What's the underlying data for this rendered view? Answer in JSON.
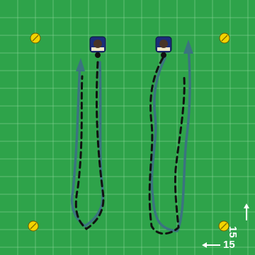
{
  "diagram": {
    "colors": {
      "field": "#2ea34a",
      "grid": "#8ed69a",
      "player_route": "#3b7480",
      "ball_path": "#111111",
      "cone": "#f2d400",
      "player_body": "#1b2d7a"
    },
    "players": [
      {
        "name": "player-left",
        "icon": "player-icon"
      },
      {
        "name": "player-right",
        "icon": "player-icon"
      }
    ],
    "cones": [
      {
        "name": "cone-top-left",
        "icon": "cone-icon"
      },
      {
        "name": "cone-top-right",
        "icon": "cone-icon"
      },
      {
        "name": "cone-bottom-left",
        "icon": "cone-icon"
      },
      {
        "name": "cone-bottom-right",
        "icon": "cone-icon"
      }
    ],
    "scale": {
      "horizontal_label": "15",
      "vertical_label": "15"
    }
  }
}
